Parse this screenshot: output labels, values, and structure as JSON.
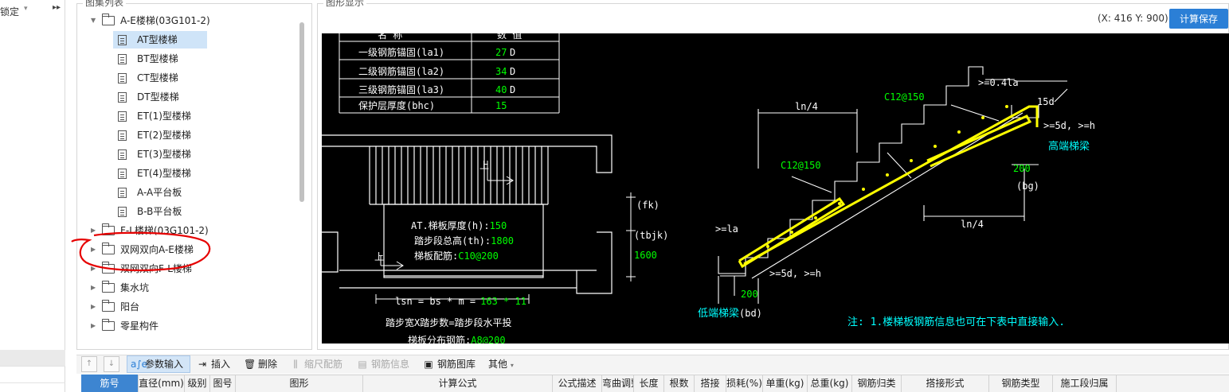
{
  "left": {
    "lock_label": "锁定",
    "caret": "▾",
    "expand": "▸▸"
  },
  "tree": {
    "title": "图集列表",
    "nodes": [
      {
        "label": "A-E楼梯(03G101-2)",
        "kind": "folder",
        "expanded": true
      },
      {
        "label": "AT型楼梯",
        "kind": "doc",
        "selected": true
      },
      {
        "label": "BT型楼梯",
        "kind": "doc"
      },
      {
        "label": "CT型楼梯",
        "kind": "doc"
      },
      {
        "label": "DT型楼梯",
        "kind": "doc"
      },
      {
        "label": "ET(1)型楼梯",
        "kind": "doc"
      },
      {
        "label": "ET(2)型楼梯",
        "kind": "doc"
      },
      {
        "label": "ET(3)型楼梯",
        "kind": "doc"
      },
      {
        "label": "ET(4)型楼梯",
        "kind": "doc"
      },
      {
        "label": "A-A平台板",
        "kind": "doc"
      },
      {
        "label": "B-B平台板",
        "kind": "doc"
      },
      {
        "label": "F-L楼梯(03G101-2)",
        "kind": "folder"
      },
      {
        "label": "双网双向A-E楼梯",
        "kind": "folder"
      },
      {
        "label": "双网双向F-L楼梯",
        "kind": "folder"
      },
      {
        "label": "集水坑",
        "kind": "folder"
      },
      {
        "label": "阳台",
        "kind": "folder"
      },
      {
        "label": "零星构件",
        "kind": "folder"
      }
    ]
  },
  "graphic": {
    "title": "图形显示",
    "coord": "(X: 416 Y: 900)",
    "calc_save": "计算保存"
  },
  "drawing": {
    "table_header": [
      "名  称",
      "数  值"
    ],
    "table_rows": [
      {
        "name": "一级钢筋锚固(la1)",
        "value": "27",
        "unit": "D"
      },
      {
        "name": "二级钢筋锚固(la2)",
        "value": "34",
        "unit": "D"
      },
      {
        "name": "三级钢筋锚固(la3)",
        "value": "40",
        "unit": "D"
      },
      {
        "name": "保护层厚度(bhc)",
        "value": "15",
        "unit": ""
      }
    ],
    "plan_up": "上",
    "plan_line1_label": "AT.梯板厚度(h):",
    "plan_line1_value": "150",
    "plan_line2_label": "踏步段总高(th):",
    "plan_line2_value": "1800",
    "plan_line3_label": "梯板配筋:",
    "plan_line3_value": "C10@200",
    "fk": "(fk)",
    "tbjk": "(tbjk)",
    "tbjk_value": "1600",
    "lsn_formula": "lsn = bs * m =",
    "lsn_values": "163 * 11",
    "tread_note": "踏步宽X踏步数=踏步段水平投",
    "dist_label": "梯板分布钢筋:",
    "dist_value": "A8@200",
    "ln4_top": "ln/4",
    "ln4_bottom": "ln/4",
    "bar_top": "C12@150",
    "bar_mid": "C12@150",
    "geq_04la": ">=0.4la",
    "d15": "15d",
    "geq_5d_h_top": ">=5d, >=h",
    "high_beam": "高端梯梁",
    "high_200": "200",
    "bg": "(bg)",
    "geq_la": ">=la",
    "geq_5d_h_bottom": ">=5d, >=h",
    "low_200": "200",
    "low_beam": "低端梯梁",
    "bd": "(bd)",
    "note": "注: 1.楼梯板钢筋信息也可在下表中直接输入."
  },
  "toolbar": {
    "param_input": "参数输入",
    "insert": "插入",
    "delete": "删除",
    "scale_rebar": "缩尺配筋",
    "rebar_info": "钢筋信息",
    "rebar_lib": "钢筋图库",
    "other": "其他"
  },
  "grid": {
    "columns": [
      "筋号",
      "直径(mm)",
      "级别",
      "图号",
      "图形",
      "计算公式",
      "公式描述",
      "弯曲调整",
      "长度",
      "根数",
      "搭接",
      "损耗(%)",
      "单重(kg)",
      "总重(kg)",
      "钢筋归类",
      "搭接形式",
      "钢筋类型",
      "施工段归属"
    ]
  },
  "colors": {
    "accent": "#2b7fd6",
    "cad_bg": "#000000",
    "cad_yellow": "#ffff00",
    "cad_green": "#00ff00",
    "cad_cyan": "#00ffff",
    "annotation_red": "#e60000"
  }
}
